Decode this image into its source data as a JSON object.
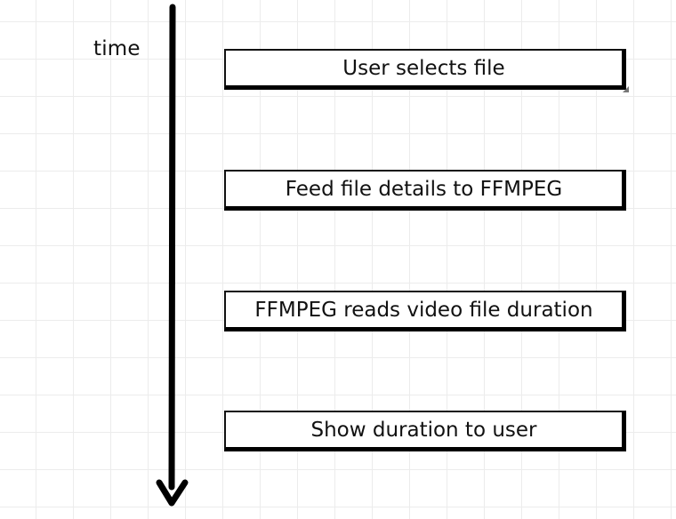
{
  "diagram": {
    "axis_label": "time",
    "steps": [
      {
        "label": "User selects file"
      },
      {
        "label": "Feed file details to FFMPEG"
      },
      {
        "label": "FFMPEG reads video file duration"
      },
      {
        "label": "Show duration to user"
      }
    ]
  },
  "colors": {
    "background": "#ffffff",
    "grid": "#ececec",
    "ink": "#111111"
  },
  "icons": {
    "timeline": "arrow-down-icon"
  }
}
